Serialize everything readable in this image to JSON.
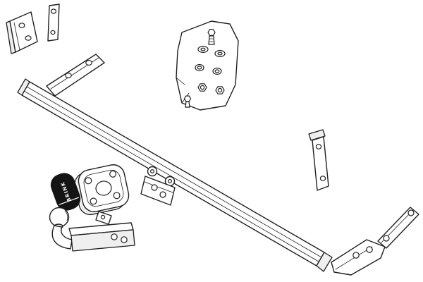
{
  "diagram": {
    "title": "towbar-parts-diagram",
    "brand_label": "BRINK",
    "colors": {
      "background": "#ffffff",
      "line": "#1f1f1f",
      "side_shade": "#efefef",
      "cap": "#141414",
      "cap_text": "#ffffff"
    },
    "parts": {
      "corner_bracket": "corner-bracket-top-left",
      "mounting_strip": "mounting-strip-top-left",
      "fastener_kit": "fastener-kit-plate",
      "crossbar": "towbar-crossbar",
      "left_bracket": "crossbar-left-mounting-bracket",
      "center_bracket": "center-cable-bracket",
      "right_strap": "side-bracket-right",
      "flange_plate": "towball-flange-plate",
      "small_clip": "small-clip",
      "ball_cover": "brink-ball-cover-cap",
      "towball": "swan-neck-towball",
      "end_bracket": "end-bracket-right",
      "diagonal_strap": "diagonal-strap-bottom-right"
    }
  }
}
